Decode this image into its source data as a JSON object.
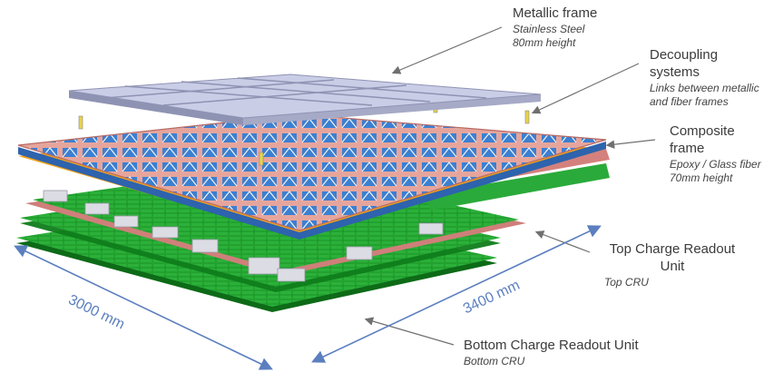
{
  "labels": {
    "metallic": {
      "title": "Metallic frame",
      "sub1": "Stainless Steel",
      "sub2": "80mm height"
    },
    "decoupling": {
      "title1": "Decoupling",
      "title2": "systems",
      "sub1": "Links between metallic",
      "sub2": "and fiber frames"
    },
    "composite": {
      "title1": "Composite",
      "title2": "frame",
      "sub1": "Epoxy / Glass fiber",
      "sub2": "70mm height"
    },
    "top_cru": {
      "title1": "Top Charge Readout",
      "title2": "Unit",
      "sub": "Top CRU"
    },
    "bottom_cru": {
      "title": "Bottom Charge Readout Unit",
      "sub": "Bottom CRU"
    }
  },
  "dimensions": {
    "width": "3000 mm",
    "length": "3400 mm"
  },
  "colors": {
    "steel": "#c9cde6",
    "steel_dark": "#8f93b3",
    "composite": "#e7a39a",
    "composite_dark": "#b86a64",
    "truss": "#3a78c8",
    "pcb": "#1f9a2a",
    "pcb_dark": "#0d6b17",
    "pcb_light": "#5cc25c",
    "cru_pink": "#d4817d",
    "chip": "#dcdce4",
    "arrow": "#5b7fbf",
    "leader": "#707070"
  }
}
